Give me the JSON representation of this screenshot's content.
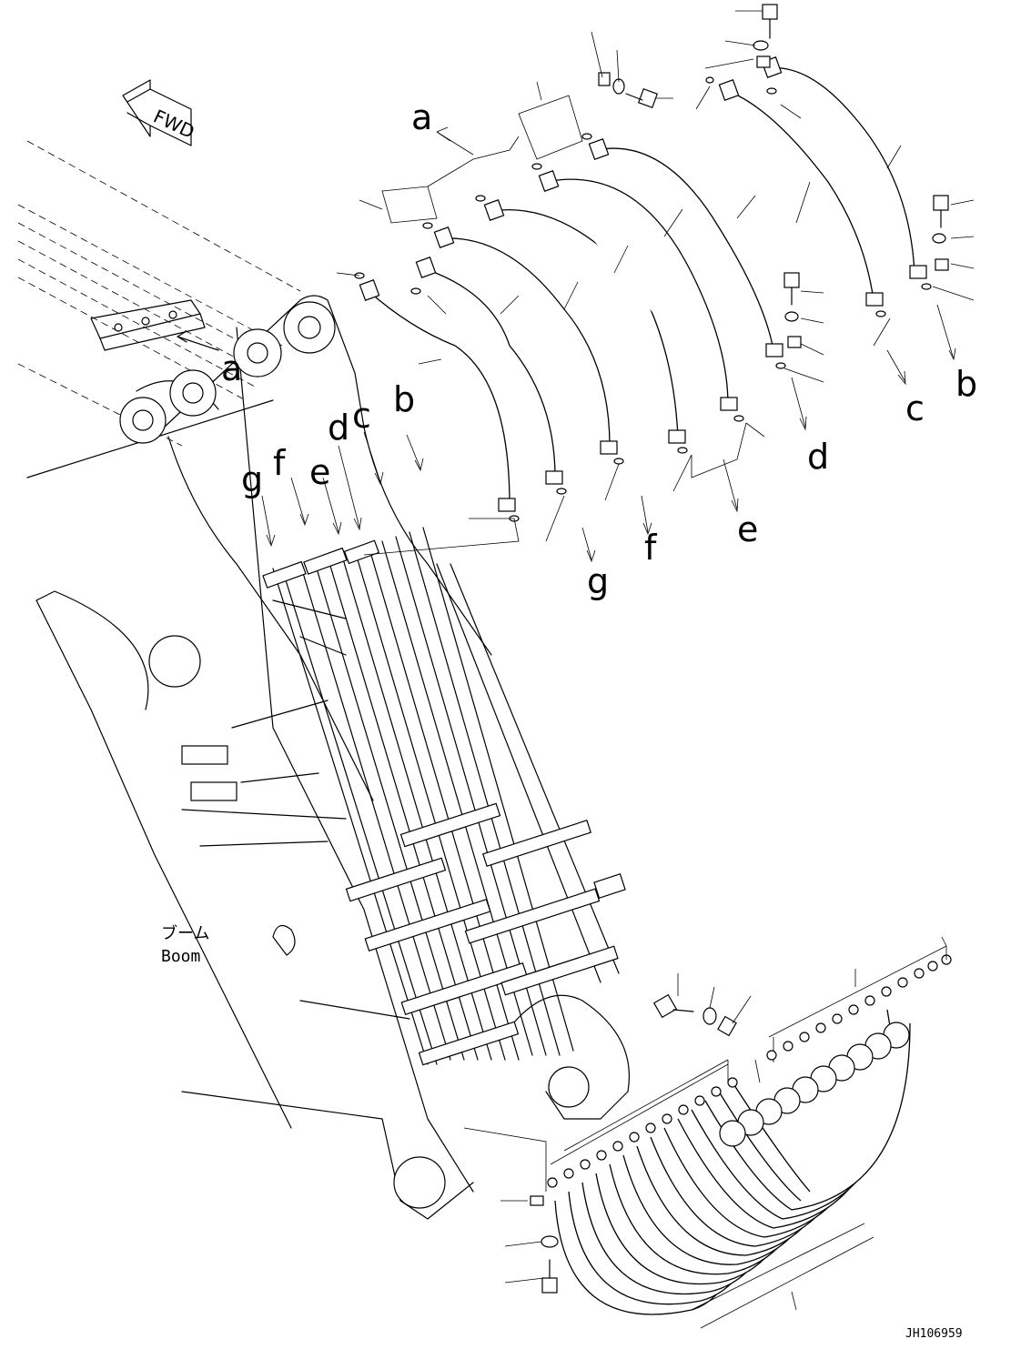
{
  "diagram": {
    "fwd_label": "FWD",
    "boom_label_jp": "ブーム",
    "boom_label_en": "Boom",
    "drawing_code": "JH106959",
    "callouts": {
      "a_upper": "a",
      "a_lower": "a",
      "b_right": "b",
      "c_right": "c",
      "d_right": "d",
      "e_right": "e",
      "f_right": "f",
      "g_right": "g",
      "g_boom": "g",
      "f_boom": "f",
      "e_boom": "e",
      "d_boom": "d",
      "c_boom": "c",
      "b_boom": "b"
    }
  }
}
